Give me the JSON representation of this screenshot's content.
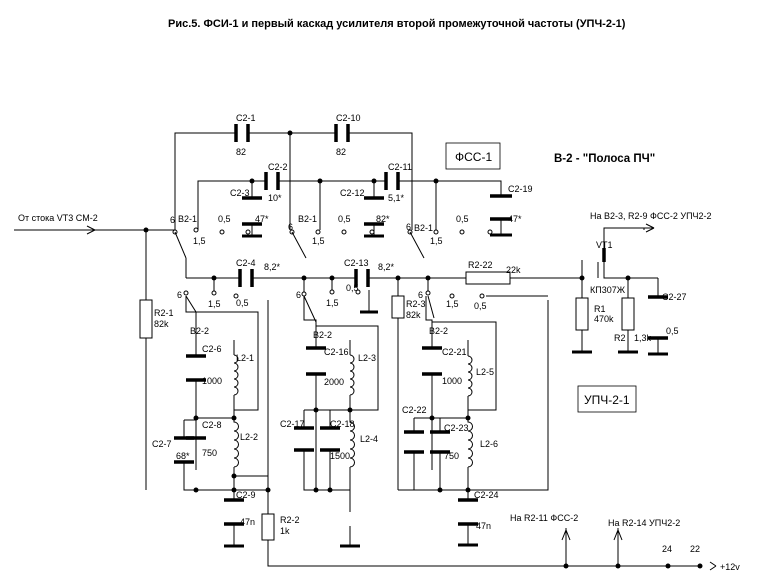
{
  "title": "Рис.5. ФСИ-1 и первый каскад усилителя второй промежуточной частоты (УПЧ-2-1)",
  "band_label": "В-2 - \"Полоса ПЧ\"",
  "blocks": {
    "fss1": "ФСС-1",
    "upch21": "УПЧ-2-1"
  },
  "signals": {
    "input": "От стока VT3 СМ-2",
    "output": "На В2-3, R2-9 ФСС-2 УПЧ2-2",
    "to_fss": "На R2-11 ФСС-2",
    "to_upch": "На R2-14 УПЧ2-2",
    "supply": "+12v",
    "pin24": "24",
    "pin22": "22"
  },
  "switch_positions": {
    "p6": "6",
    "p15": "1,5",
    "p05": "0,5"
  },
  "switch_sections": [
    "В2-1",
    "В2-1",
    "В2-2",
    "В2-1",
    "В2-2",
    "В2-2"
  ],
  "components": {
    "c21": {
      "ref": "C2-1",
      "val": "82"
    },
    "c210": {
      "ref": "C2-10",
      "val": "82"
    },
    "c22": {
      "ref": "C2-2",
      "val": "10*"
    },
    "c211": {
      "ref": "C2-11",
      "val": "5,1*"
    },
    "c23": {
      "ref": "C2-3",
      "val": "47*"
    },
    "c212": {
      "ref": "C2-12",
      "val": "82*"
    },
    "c219": {
      "ref": "C2-19",
      "val": "47*"
    },
    "c24": {
      "ref": "C2-4",
      "val": "8,2*"
    },
    "c213": {
      "ref": "C2-13",
      "val": "8,2*"
    },
    "r222": {
      "ref": "R2-22",
      "val": "22k"
    },
    "vt1": {
      "ref": "VT1",
      "val": "КП307Ж"
    },
    "r21": {
      "ref": "R2-1",
      "val": "82k"
    },
    "r23": {
      "ref": "R2-3",
      "val": "82k"
    },
    "r1": {
      "ref": "R1",
      "val": "470k"
    },
    "r2": {
      "ref": "R2",
      "val": "1,3k"
    },
    "c227": {
      "ref": "C2-27",
      "val": "0,5"
    },
    "c26": {
      "ref": "C2-6",
      "val": "1000"
    },
    "l21": {
      "ref": "L2-1"
    },
    "c28": {
      "ref": "C2-8",
      "val": "750"
    },
    "c27": {
      "ref": "C2-7",
      "val": "68*"
    },
    "l22": {
      "ref": "L2-2"
    },
    "c29": {
      "ref": "C2-9",
      "val": "47n"
    },
    "r22": {
      "ref": "R2-2",
      "val": "1k"
    },
    "c216": {
      "ref": "C2-16",
      "val": "2000"
    },
    "l23": {
      "ref": "L2-3"
    },
    "c217": {
      "ref": "C2-17"
    },
    "c218": {
      "ref": "C2-18",
      "val": "1500"
    },
    "l24": {
      "ref": "L2-4"
    },
    "c221": {
      "ref": "C2-21",
      "val": "1000"
    },
    "l25": {
      "ref": "L2-5"
    },
    "c222": {
      "ref": "C2-22"
    },
    "c223": {
      "ref": "C2-23",
      "val": "750"
    },
    "l26": {
      "ref": "L2-6"
    },
    "c224": {
      "ref": "C2-24",
      "val": "47n"
    }
  }
}
